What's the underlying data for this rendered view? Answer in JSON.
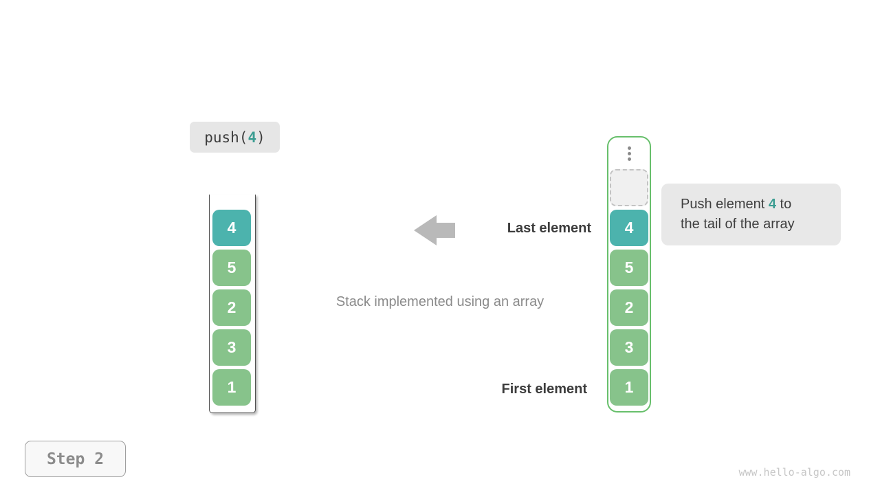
{
  "push_label": {
    "prefix": "push(",
    "value": "4",
    "suffix": ")"
  },
  "left_stack": {
    "cells": [
      "4",
      "5",
      "2",
      "3",
      "1"
    ]
  },
  "right_stack": {
    "cells": [
      "4",
      "5",
      "2",
      "3",
      "1"
    ]
  },
  "labels": {
    "last_element": "Last element",
    "first_element": "First element",
    "caption": "Stack implemented using an array"
  },
  "tooltip": {
    "line1_before": "Push element ",
    "highlight": "4",
    "line1_after": " to",
    "line2": "the tail of the array"
  },
  "step_label": "Step 2",
  "watermark": "www.hello-algo.com",
  "colors": {
    "teal": "#4cb3ad",
    "green": "#87c38b",
    "teal_text": "#3c9d92",
    "container_green": "#67bf6b",
    "dark_text": "#3c3c3c",
    "gray_text": "#8a8a8a",
    "arrow_gray": "#b9b9b9",
    "box_bg": "#e6e6e6",
    "step_bg": "#f8f8f8",
    "watermark_gray": "#c7c7c7"
  }
}
